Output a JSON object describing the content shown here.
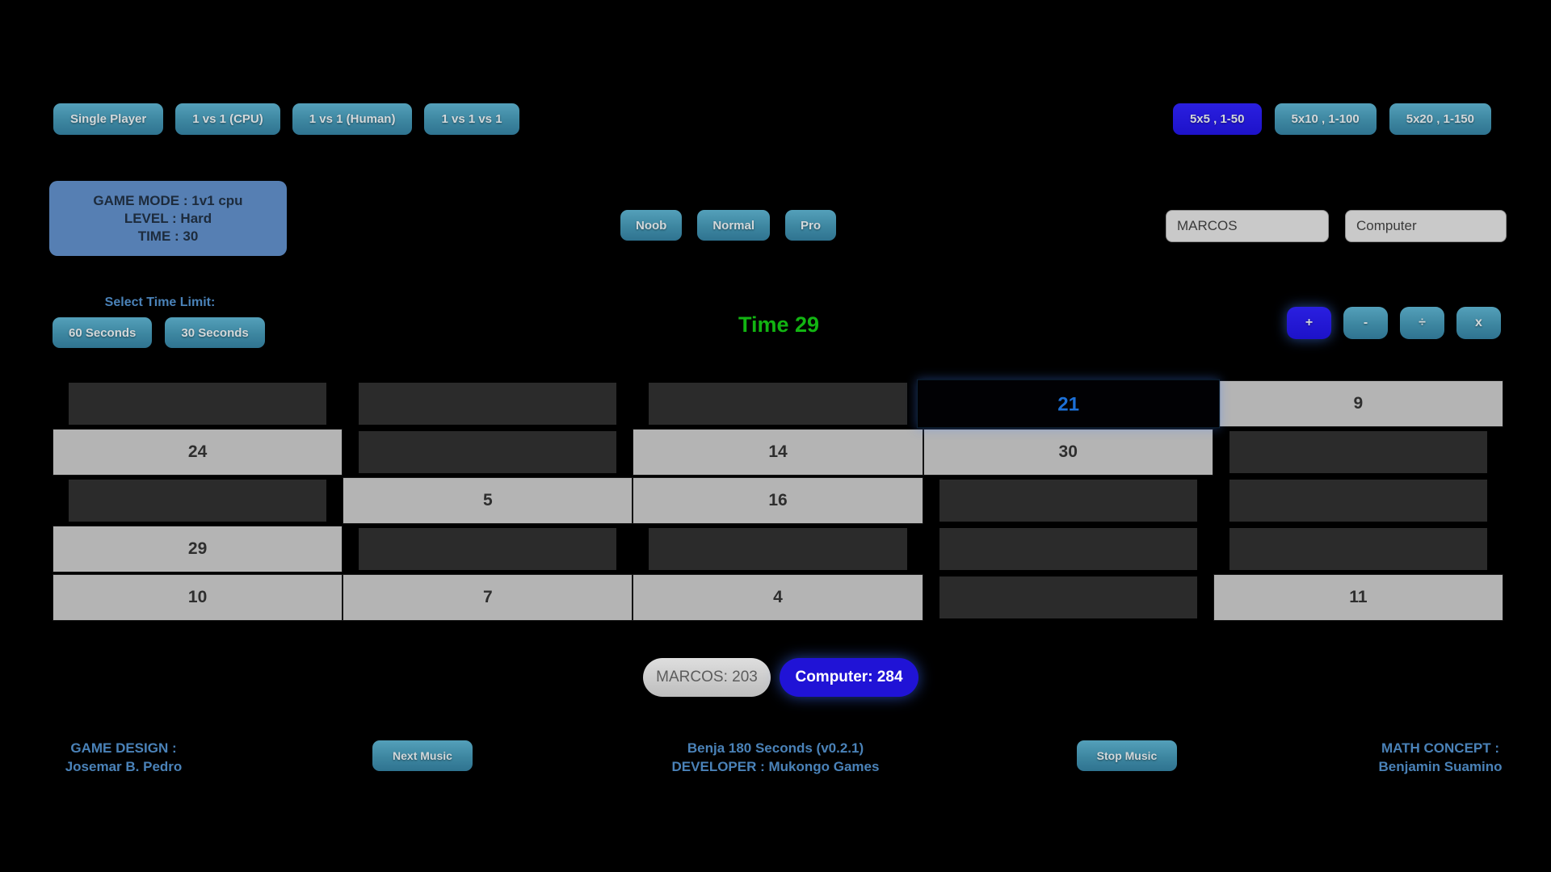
{
  "mode_buttons": [
    {
      "label": "Single Player",
      "active": false
    },
    {
      "label": "1 vs 1 (CPU)",
      "active": false
    },
    {
      "label": "1 vs 1 (Human)",
      "active": false
    },
    {
      "label": "1 vs 1 vs 1",
      "active": false
    }
  ],
  "board_size_buttons": [
    {
      "label": "5x5 , 1-50",
      "active": true
    },
    {
      "label": "5x10 , 1-100",
      "active": false
    },
    {
      "label": "5x20 , 1-150",
      "active": false
    }
  ],
  "game_info": {
    "line1": "GAME MODE : 1v1 cpu",
    "line2": "LEVEL : Hard",
    "line3": "TIME : 30"
  },
  "difficulty_buttons": [
    {
      "label": "Noob"
    },
    {
      "label": "Normal"
    },
    {
      "label": "Pro"
    }
  ],
  "players": {
    "player1_name": "MARCOS",
    "player2_name": "Computer"
  },
  "time_limit": {
    "label": "Select Time Limit:",
    "options": [
      {
        "label": "60 Seconds"
      },
      {
        "label": "30 Seconds"
      }
    ]
  },
  "timer": {
    "text": "Time 29"
  },
  "operators": [
    {
      "label": "+",
      "active": true
    },
    {
      "label": "-",
      "active": false
    },
    {
      "label": "÷",
      "active": false
    },
    {
      "label": "x",
      "active": false
    }
  ],
  "grid": {
    "rows": 5,
    "cols": 5,
    "cells": [
      {
        "value": "",
        "state": "empty"
      },
      {
        "value": "",
        "state": "empty"
      },
      {
        "value": "",
        "state": "empty"
      },
      {
        "value": "21",
        "state": "selected"
      },
      {
        "value": "9",
        "state": "open"
      },
      {
        "value": "24",
        "state": "open"
      },
      {
        "value": "",
        "state": "empty"
      },
      {
        "value": "14",
        "state": "open"
      },
      {
        "value": "30",
        "state": "open"
      },
      {
        "value": "",
        "state": "empty"
      },
      {
        "value": "",
        "state": "empty"
      },
      {
        "value": "5",
        "state": "open"
      },
      {
        "value": "16",
        "state": "open"
      },
      {
        "value": "",
        "state": "empty"
      },
      {
        "value": "",
        "state": "empty"
      },
      {
        "value": "29",
        "state": "open"
      },
      {
        "value": "",
        "state": "empty"
      },
      {
        "value": "",
        "state": "empty"
      },
      {
        "value": "",
        "state": "empty"
      },
      {
        "value": "",
        "state": "empty"
      },
      {
        "value": "10",
        "state": "open"
      },
      {
        "value": "7",
        "state": "open"
      },
      {
        "value": "4",
        "state": "open"
      },
      {
        "value": "",
        "state": "empty"
      },
      {
        "value": "11",
        "state": "open"
      }
    ]
  },
  "scores": {
    "player1": "MARCOS: 203",
    "player2": "Computer: 284"
  },
  "footer": {
    "game_design_label": "GAME DESIGN :",
    "game_design_name": "Josemar B. Pedro",
    "next_music": "Next Music",
    "title": "Benja 180 Seconds (v0.2.1)",
    "developer": "DEVELOPER : Mukongo Games",
    "stop_music": "Stop Music",
    "math_concept_label": "MATH CONCEPT :",
    "math_concept_name": "Benjamin Suamino"
  },
  "colors": {
    "teal_button": "#3d86a0",
    "active_blue": "#1f16d2",
    "info_box": "#567fb3",
    "timer_green": "#12b412",
    "cell_open": "#b4b4b4",
    "cell_empty": "#2b2b2b",
    "selected_text": "#1c6fd6",
    "footer_blue": "#4a82b8"
  }
}
